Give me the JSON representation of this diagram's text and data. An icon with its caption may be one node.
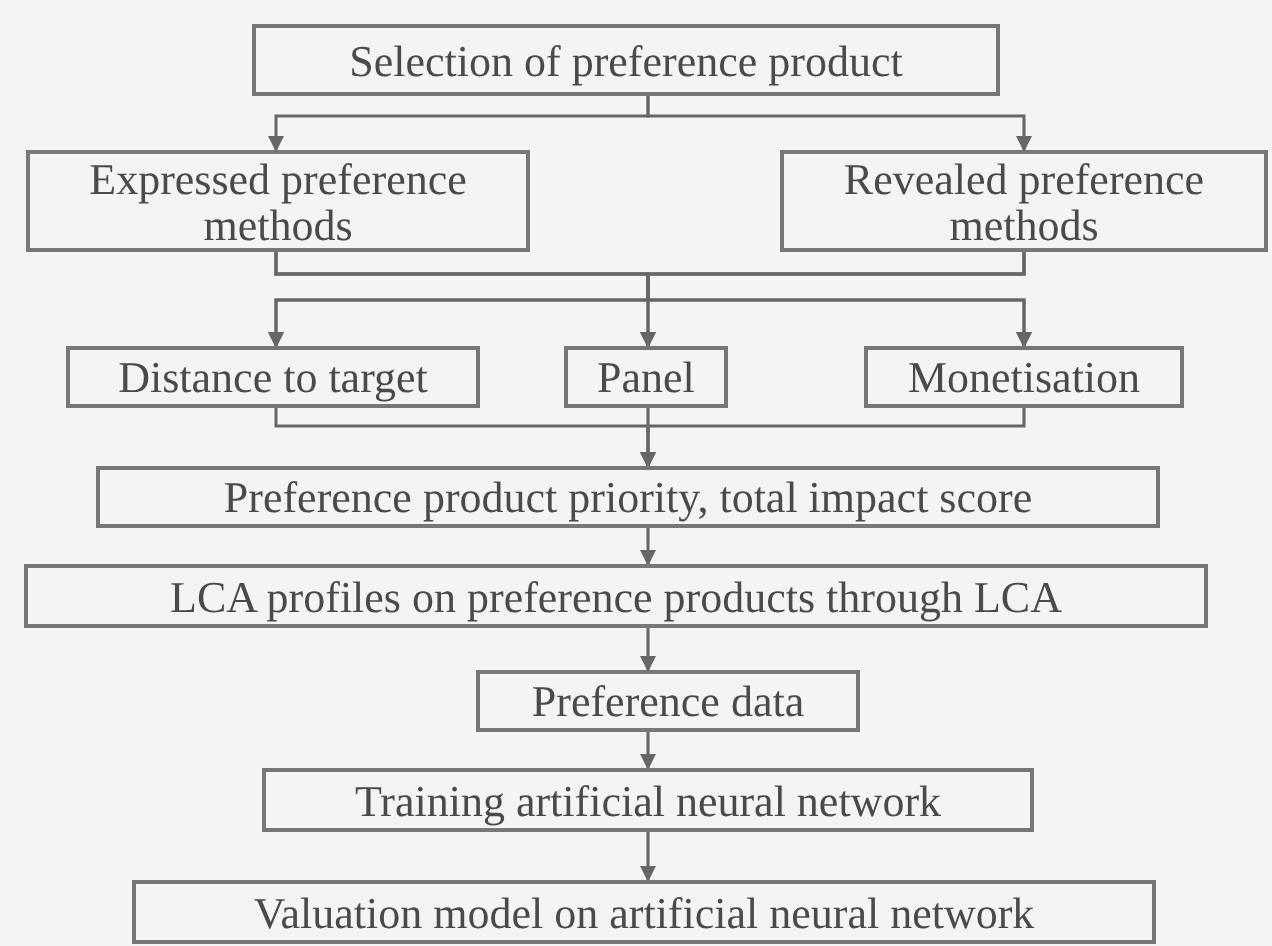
{
  "diagram": {
    "nodes": [
      {
        "text": [
          "Selection of preference product"
        ]
      },
      {
        "text": [
          "Expressed preference methods"
        ]
      },
      {
        "text": [
          "Revealed preference methods"
        ]
      },
      {
        "text": [
          "Distance to target"
        ]
      },
      {
        "text": [
          "Panel"
        ]
      },
      {
        "text": [
          "Monetisation"
        ]
      },
      {
        "text": [
          "Preference product priority, total impact score"
        ]
      },
      {
        "text": [
          "LCA profiles on preference products through LCA"
        ]
      },
      {
        "text": [
          "Preference data"
        ]
      },
      {
        "text": [
          "Training artificial neural network"
        ]
      },
      {
        "text": [
          "Valuation model on artificial neural network"
        ]
      }
    ],
    "edges": [
      {
        "from": 0,
        "to": 1,
        "arrow": "to"
      },
      {
        "from": 0,
        "to": 2,
        "arrow": "to"
      },
      {
        "from": 1,
        "to": 3,
        "arrow": "to"
      },
      {
        "from": 1,
        "to": 4,
        "arrow": "to"
      },
      {
        "from": 1,
        "to": 5,
        "arrow": "to"
      },
      {
        "from": 2,
        "to": 3,
        "arrow": "to"
      },
      {
        "from": 2,
        "to": 4,
        "arrow": "to"
      },
      {
        "from": 2,
        "to": 5,
        "arrow": "to"
      },
      {
        "from": 3,
        "to": 6,
        "arrow": "to"
      },
      {
        "from": 4,
        "to": 6,
        "arrow": "to"
      },
      {
        "from": 5,
        "to": 6,
        "arrow": "to"
      },
      {
        "from": 6,
        "to": 7,
        "arrow": "to"
      },
      {
        "from": 7,
        "to": 8,
        "arrow": "to"
      },
      {
        "from": 8,
        "to": 9,
        "arrow": "to"
      },
      {
        "from": 9,
        "to": 10,
        "arrow": "to"
      }
    ]
  }
}
